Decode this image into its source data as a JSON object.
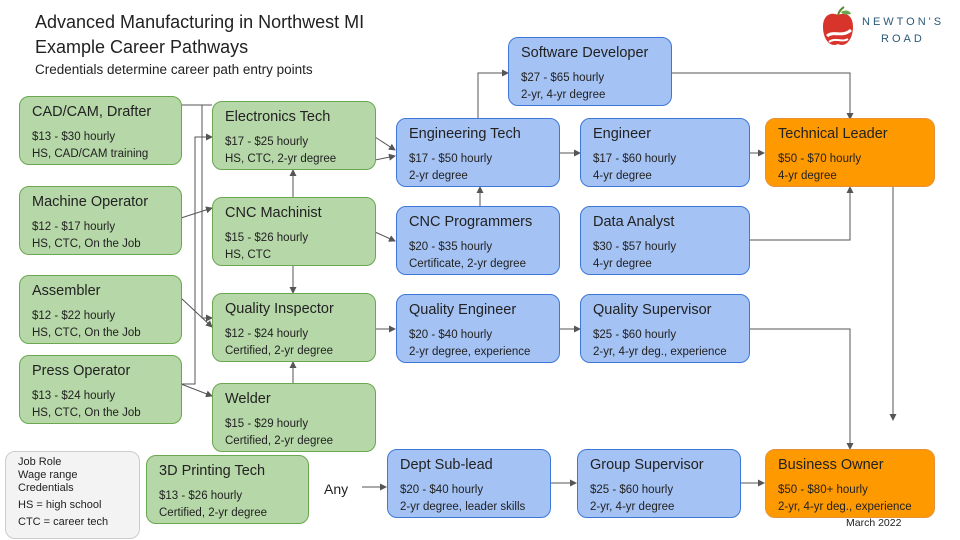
{
  "header": {
    "title_line1": "Advanced Manufacturing in Northwest MI",
    "title_line2": "Example Career Pathways",
    "subtitle": "Credentials determine career path entry points"
  },
  "logo": {
    "line1": "NEWTON'S",
    "line2": "ROAD"
  },
  "nodes": {
    "cadcam": {
      "title": "CAD/CAM, Drafter",
      "wage": "$13 - $30 hourly",
      "cred": "HS, CAD/CAM training"
    },
    "machine_op": {
      "title": "Machine Operator",
      "wage": "$12 - $17 hourly",
      "cred": "HS, CTC, On the Job"
    },
    "assembler": {
      "title": "Assembler",
      "wage": "$12 - $22 hourly",
      "cred": "HS, CTC, On the Job"
    },
    "press_op": {
      "title": "Press Operator",
      "wage": "$13 - $24 hourly",
      "cred": "HS, CTC, On the Job"
    },
    "electronics": {
      "title": "Electronics Tech",
      "wage": "$17 - $25 hourly",
      "cred": "HS, CTC, 2-yr degree"
    },
    "cnc_machinist": {
      "title": "CNC Machinist",
      "wage": "$15 - $26 hourly",
      "cred": "HS, CTC"
    },
    "quality_insp": {
      "title": "Quality Inspector",
      "wage": "$12 - $24 hourly",
      "cred": "Certified, 2-yr degree"
    },
    "welder": {
      "title": "Welder",
      "wage": "$15 - $29 hourly",
      "cred": "Certified, 2-yr degree"
    },
    "printing3d": {
      "title": "3D Printing Tech",
      "wage": "$13 - $26 hourly",
      "cred": "Certified, 2-yr degree"
    },
    "software_dev": {
      "title": "Software Developer",
      "wage": "$27 - $65 hourly",
      "cred": "2-yr, 4-yr degree"
    },
    "eng_tech": {
      "title": "Engineering Tech",
      "wage": "$17 - $50 hourly",
      "cred": "2-yr degree"
    },
    "cnc_prog": {
      "title": "CNC Programmers",
      "wage": "$20 - $35 hourly",
      "cred": "Certificate, 2-yr degree"
    },
    "quality_eng": {
      "title": "Quality Engineer",
      "wage": "$20 - $40 hourly",
      "cred": "2-yr degree, experience"
    },
    "engineer": {
      "title": "Engineer",
      "wage": "$17 - $60 hourly",
      "cred": "4-yr degree"
    },
    "data_analyst": {
      "title": "Data Analyst",
      "wage": "$30 - $57 hourly",
      "cred": "4-yr degree"
    },
    "quality_sup": {
      "title": "Quality Supervisor",
      "wage": "$25 - $60 hourly",
      "cred": "2-yr, 4-yr deg., experience"
    },
    "dept_sublead": {
      "title": "Dept Sub-lead",
      "wage": "$20 - $40 hourly",
      "cred": "2-yr degree, leader skills"
    },
    "group_sup": {
      "title": "Group Supervisor",
      "wage": "$25 - $60 hourly",
      "cred": "2-yr, 4-yr degree"
    },
    "tech_leader": {
      "title": "Technical Leader",
      "wage": "$50 - $70 hourly",
      "cred": "4-yr degree"
    },
    "biz_owner": {
      "title": "Business Owner",
      "wage": "$50 - $80+ hourly",
      "cred": "2-yr, 4-yr deg., experience"
    }
  },
  "legend": {
    "line1": "Job Role",
    "line2": "Wage range",
    "line3": "Credentials",
    "line4": "HS = high school",
    "line5": "CTC = career tech"
  },
  "any_label": "Any",
  "date_label": "March 2022",
  "colors": {
    "entry": "#b6d7a8",
    "mid": "#a4c2f4",
    "top": "#ff9900",
    "connector": "#555555"
  }
}
